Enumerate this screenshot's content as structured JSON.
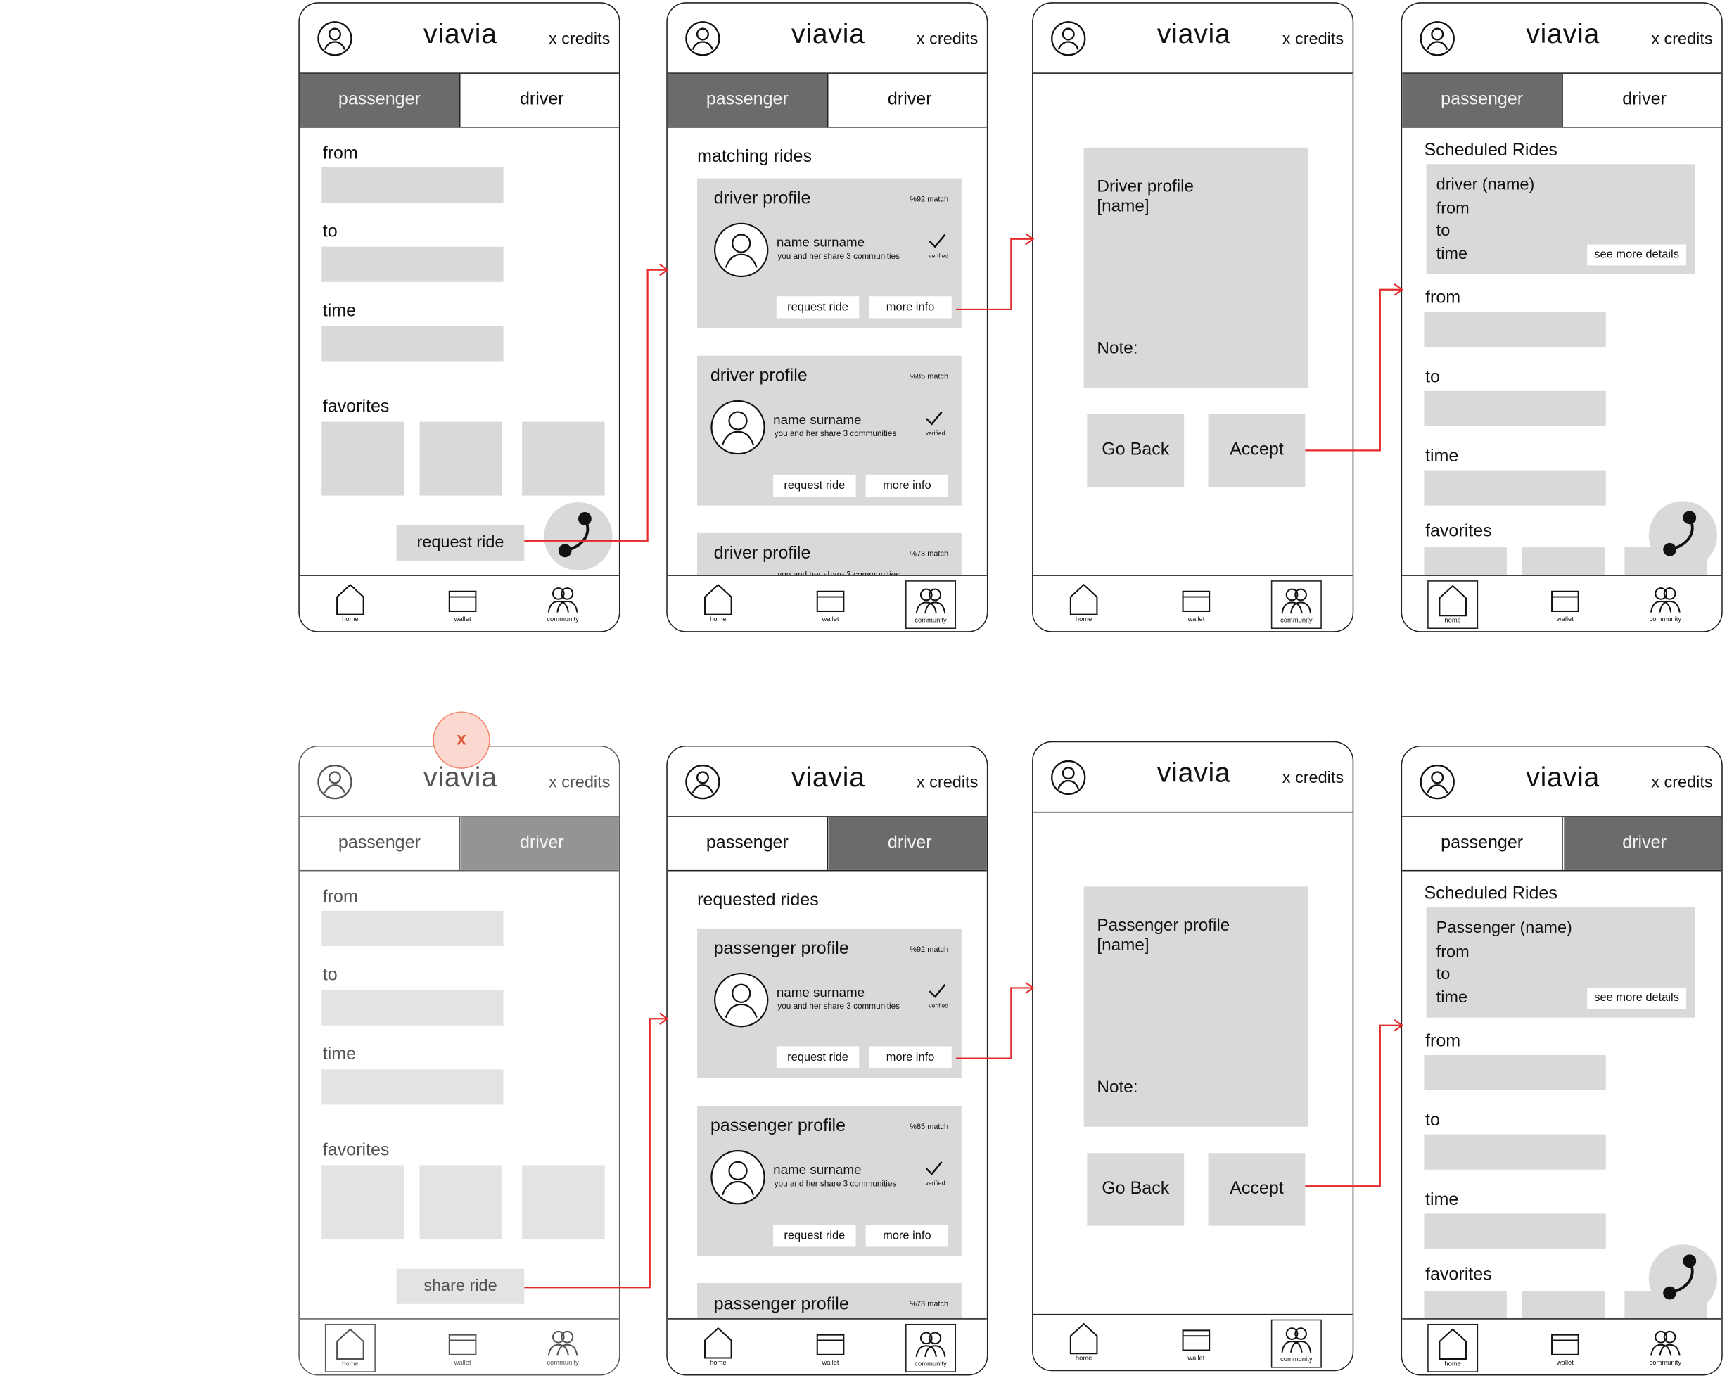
{
  "app": {
    "brand": "viavia",
    "credits": "x credits"
  },
  "tabs": {
    "passenger": "passenger",
    "driver": "driver"
  },
  "form": {
    "from": "from",
    "to": "to",
    "time": "time",
    "favorites": "favorites"
  },
  "actions": {
    "request_ride": "request ride",
    "share_ride": "share ride",
    "more_info": "more info",
    "go_back": "Go Back",
    "accept": "Accept",
    "see_more_details": "see more details"
  },
  "nav": {
    "home": "home",
    "wallet": "wallet",
    "community": "community"
  },
  "lists": {
    "matching": "matching rides",
    "requested": "requested rides"
  },
  "cards": {
    "driver_title": "driver profile",
    "passenger_title": "passenger profile",
    "name": "name surname",
    "share": "you and her share 3 communities",
    "verified": "verified",
    "match1": "%92 match",
    "match2": "%85 match",
    "match3": "%73 match"
  },
  "profile": {
    "driver": "Driver profile",
    "passenger": "Passenger profile",
    "name": "[name]",
    "note": "Note:"
  },
  "scheduled": {
    "title": "Scheduled Rides",
    "driver_name": "driver (name)",
    "passenger_name": "Passenger (name)",
    "from": "from",
    "to": "to",
    "time": "time"
  },
  "badge": "x",
  "colors": {
    "active_tab": "#6b6b6b",
    "placeholder": "#d9d9d9",
    "flow_arrow": "#e32b2b",
    "badge": "#fbd9d0"
  }
}
